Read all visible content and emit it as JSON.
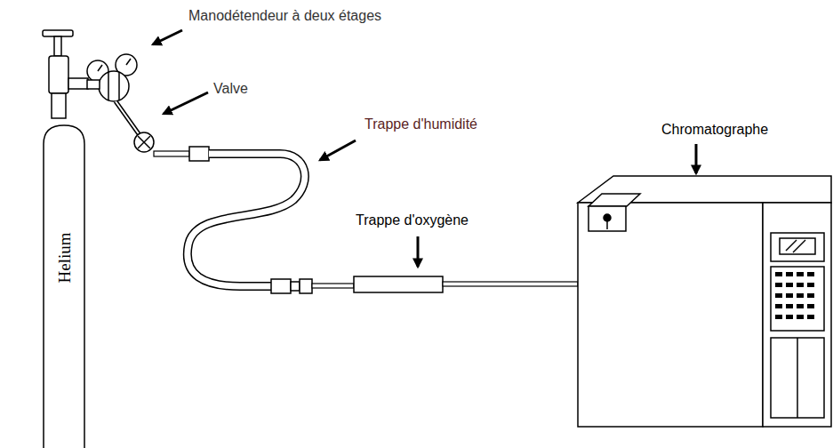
{
  "diagram": {
    "nodes": [
      {
        "text": [
          "Helium"
        ]
      }
    ],
    "labels": [
      "Manodétendeur à deux étages",
      "Valve",
      "Trappe d'humidité",
      "Trappe d'oxygène",
      "Chromatographe"
    ]
  }
}
